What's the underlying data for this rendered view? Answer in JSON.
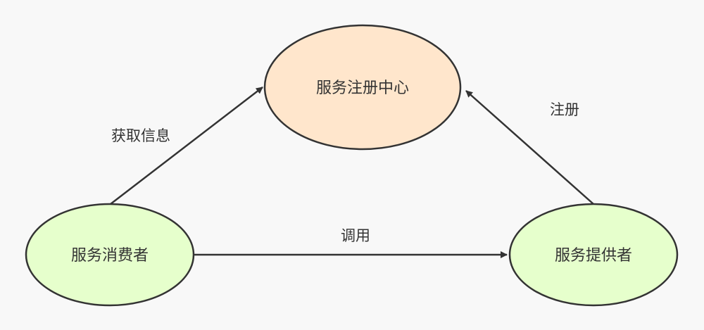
{
  "nodes": {
    "registry": {
      "label": "服务注册中心",
      "fill": "#ffe6cc"
    },
    "consumer": {
      "label": "服务消费者",
      "fill": "#e6ffcc"
    },
    "provider": {
      "label": "服务提供者",
      "fill": "#e6ffcc"
    }
  },
  "edges": {
    "get_info": {
      "label": "获取信息"
    },
    "register": {
      "label": "注册"
    },
    "invoke": {
      "label": "调用"
    }
  },
  "colors": {
    "background": "#f8f8f8",
    "stroke": "#333333",
    "text": "#333333"
  }
}
